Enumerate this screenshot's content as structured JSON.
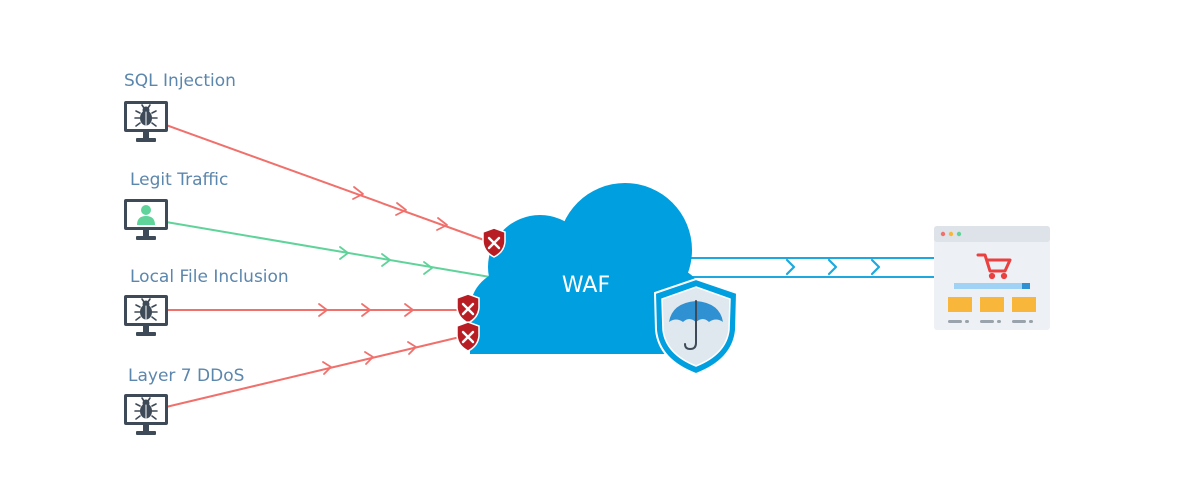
{
  "sources": [
    {
      "label": "SQL Injection",
      "kind": "attack",
      "icon": "bug-icon",
      "blocked": true
    },
    {
      "label": "Legit Traffic",
      "kind": "legit",
      "icon": "user-icon",
      "blocked": false
    },
    {
      "label": "Local File Inclusion",
      "kind": "attack",
      "icon": "bug-icon",
      "blocked": true
    },
    {
      "label": "Layer 7 DDoS",
      "kind": "attack",
      "icon": "bug-icon",
      "blocked": true
    }
  ],
  "waf": {
    "label": "WAF",
    "icon": "umbrella-shield-icon"
  },
  "destination": {
    "icon": "shopping-cart-icon"
  },
  "colors": {
    "attack": "#f0706c",
    "legit": "#5fd39a",
    "waf": "#009fdf",
    "blocked_shield": "#b81d24",
    "label": "#5b86ad",
    "monitor": "#3e4a57",
    "cart": "#ea4040",
    "product": "#f8b73a"
  }
}
